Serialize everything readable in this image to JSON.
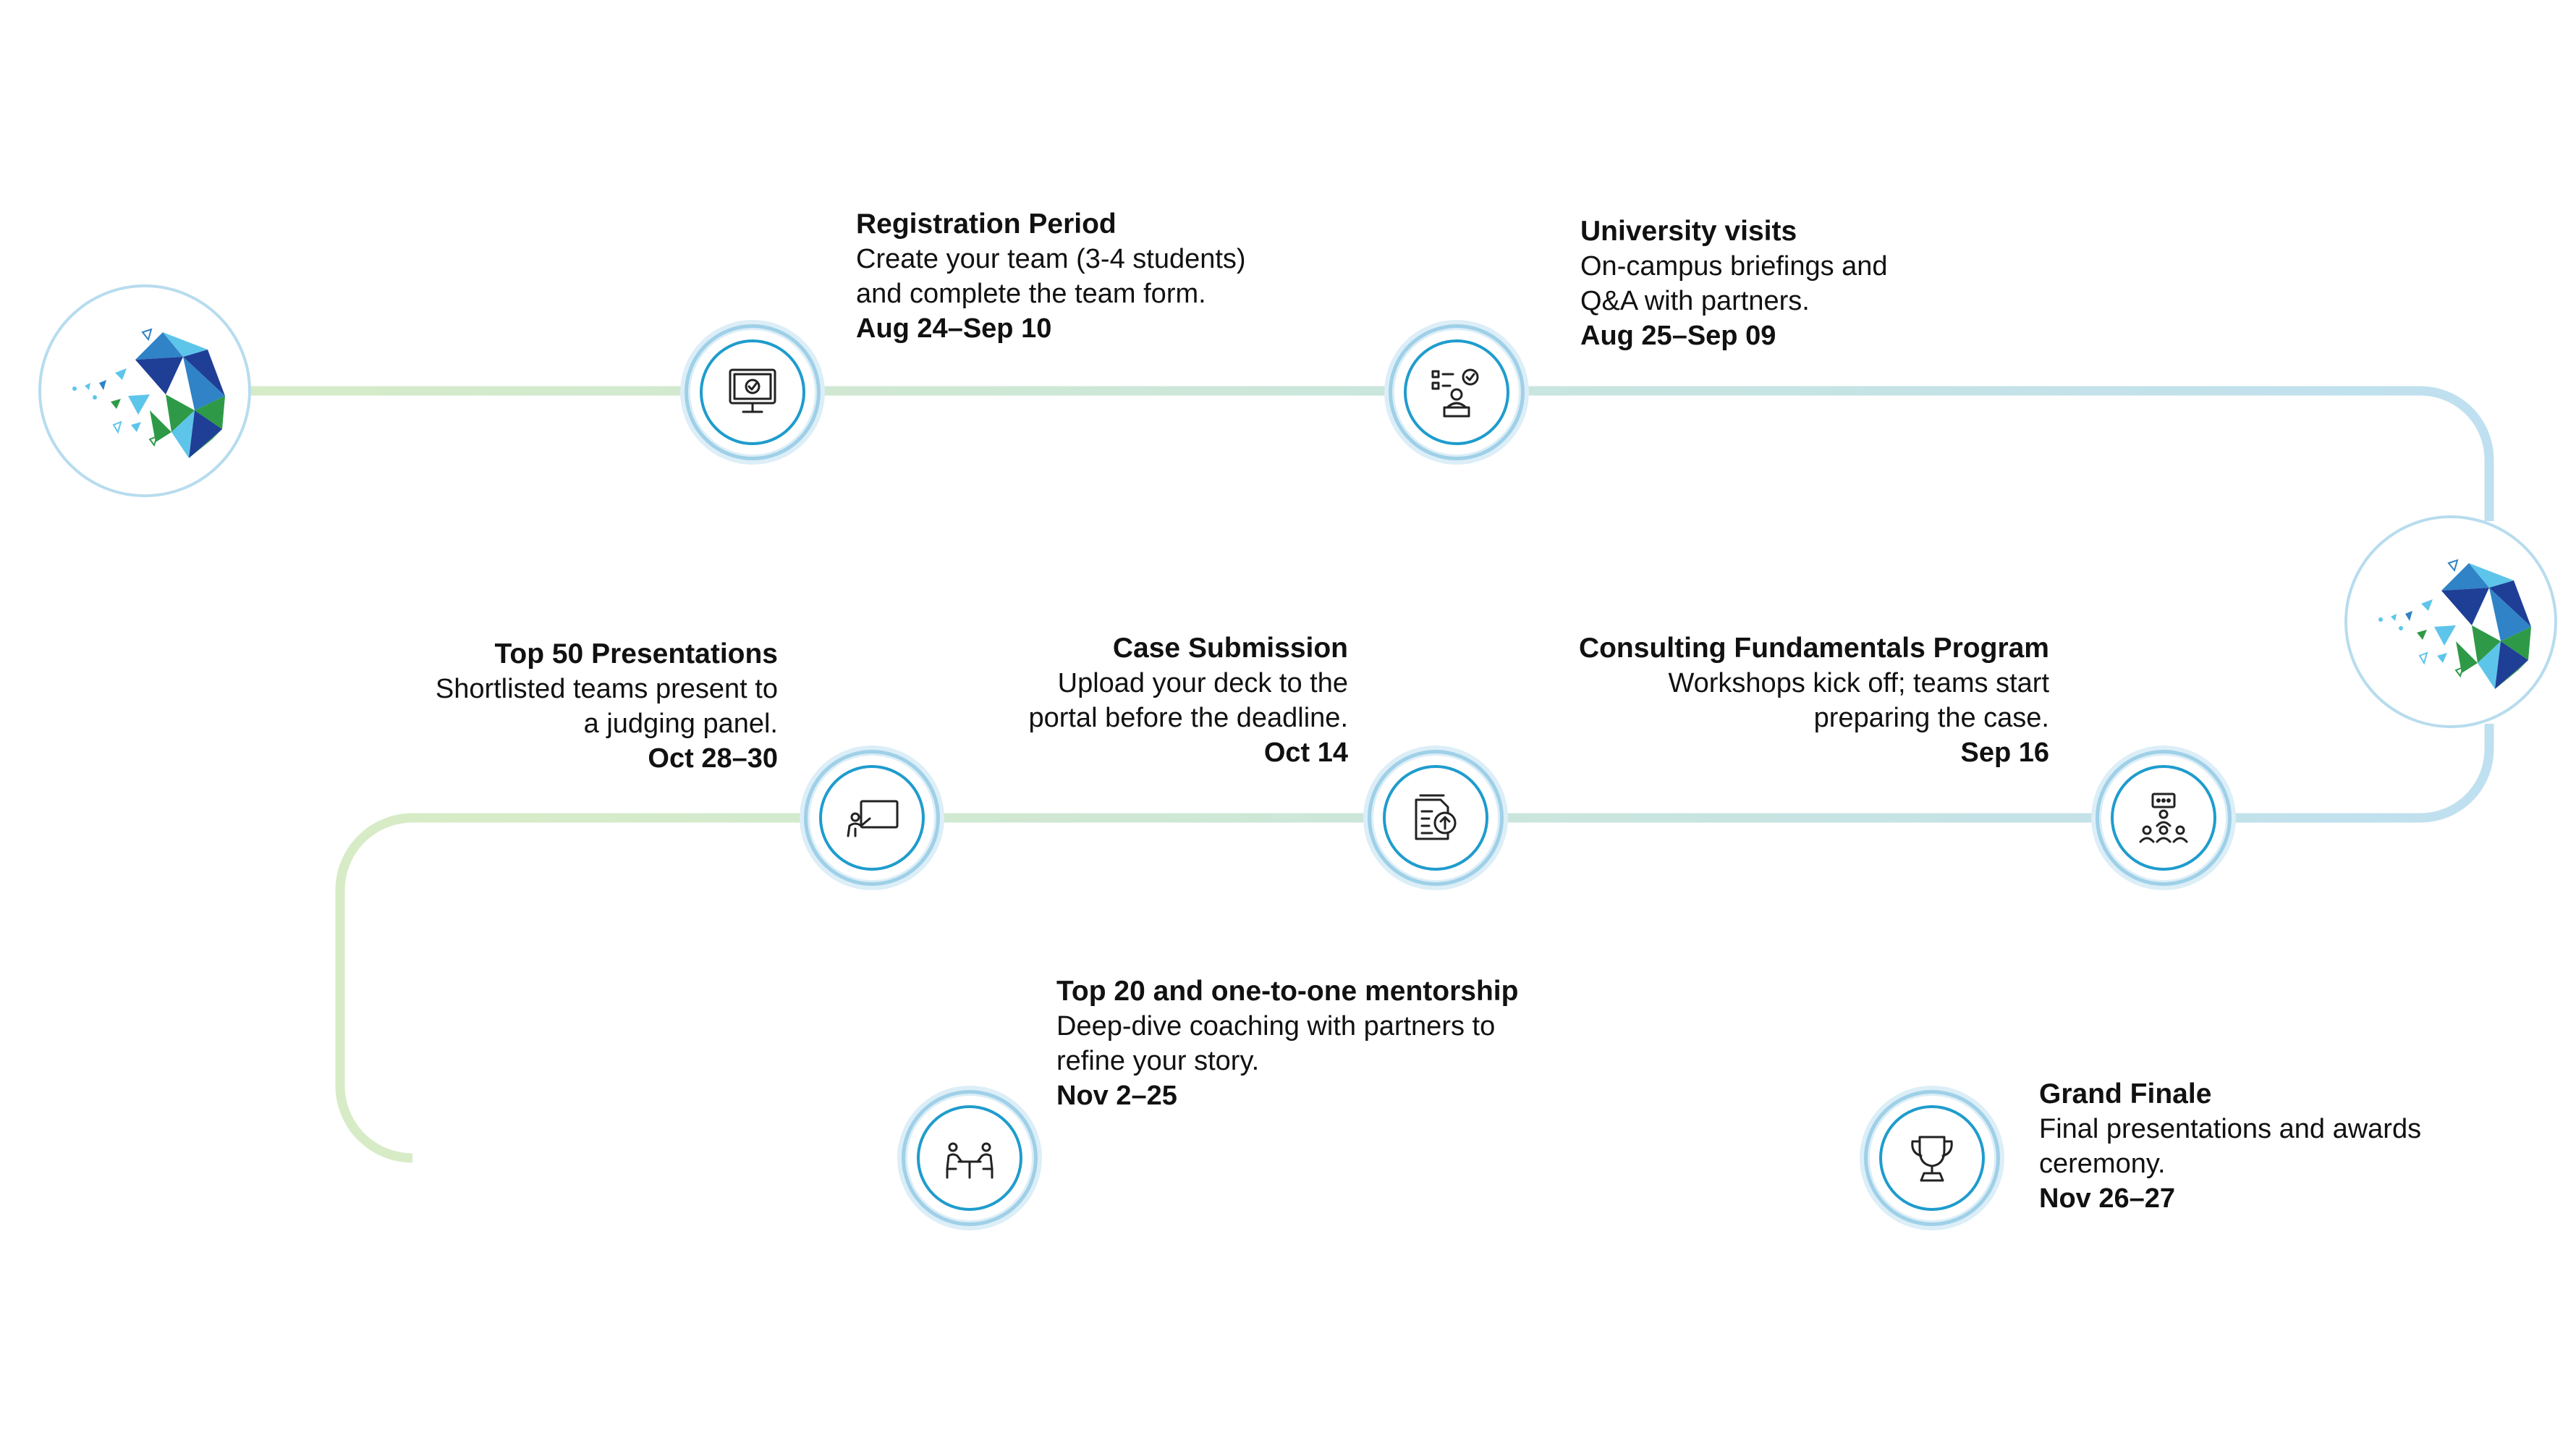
{
  "colors": {
    "track_green": "#d7ecc6",
    "track_blue": "#bfe0f0",
    "ring_blue": "#1f9ccd",
    "logo_dark_blue": "#1f3e96",
    "logo_mid_blue": "#2f83c6",
    "logo_green": "#2e9a47",
    "logo_cyan": "#5ec5ea"
  },
  "logos": [
    {
      "name": "brand-logo-start",
      "icon": "polygon-head-logo"
    },
    {
      "name": "brand-logo-turn",
      "icon": "polygon-head-logo"
    }
  ],
  "steps": [
    {
      "title": "Registration Period",
      "desc1": "Create your team (3-4 students)",
      "desc2": "and complete the team form.",
      "date": "Aug 24–Sep 10",
      "icon": "computer-checklist-icon"
    },
    {
      "title": "University visits",
      "desc1": "On-campus briefings and",
      "desc2": "Q&A with partners.",
      "date": "Aug 25–Sep 09",
      "icon": "speaker-podium-checklist-icon"
    },
    {
      "title": "Consulting Fundamentals Program",
      "desc1": "Workshops kick off; teams start",
      "desc2": "preparing the case.",
      "date": "Sep 16",
      "icon": "group-workshop-icon"
    },
    {
      "title": "Case Submission",
      "desc1": "Upload your deck to the",
      "desc2": "portal before the deadline.",
      "date": "Oct 14",
      "icon": "document-upload-icon"
    },
    {
      "title": "Top 50 Presentations",
      "desc1": "Shortlisted teams present to",
      "desc2": "a judging panel.",
      "date": "Oct 28–30",
      "icon": "presenter-board-icon"
    },
    {
      "title": "Top 20 and one-to-one mentorship",
      "desc1": "Deep-dive coaching with partners to",
      "desc2": "refine your story.",
      "date": "Nov 2–25",
      "icon": "mentorship-meeting-icon"
    },
    {
      "title": "Grand Finale",
      "desc1": "Final presentations and awards",
      "desc2": "ceremony.",
      "date": "Nov 26–27",
      "icon": "trophy-icon"
    }
  ]
}
